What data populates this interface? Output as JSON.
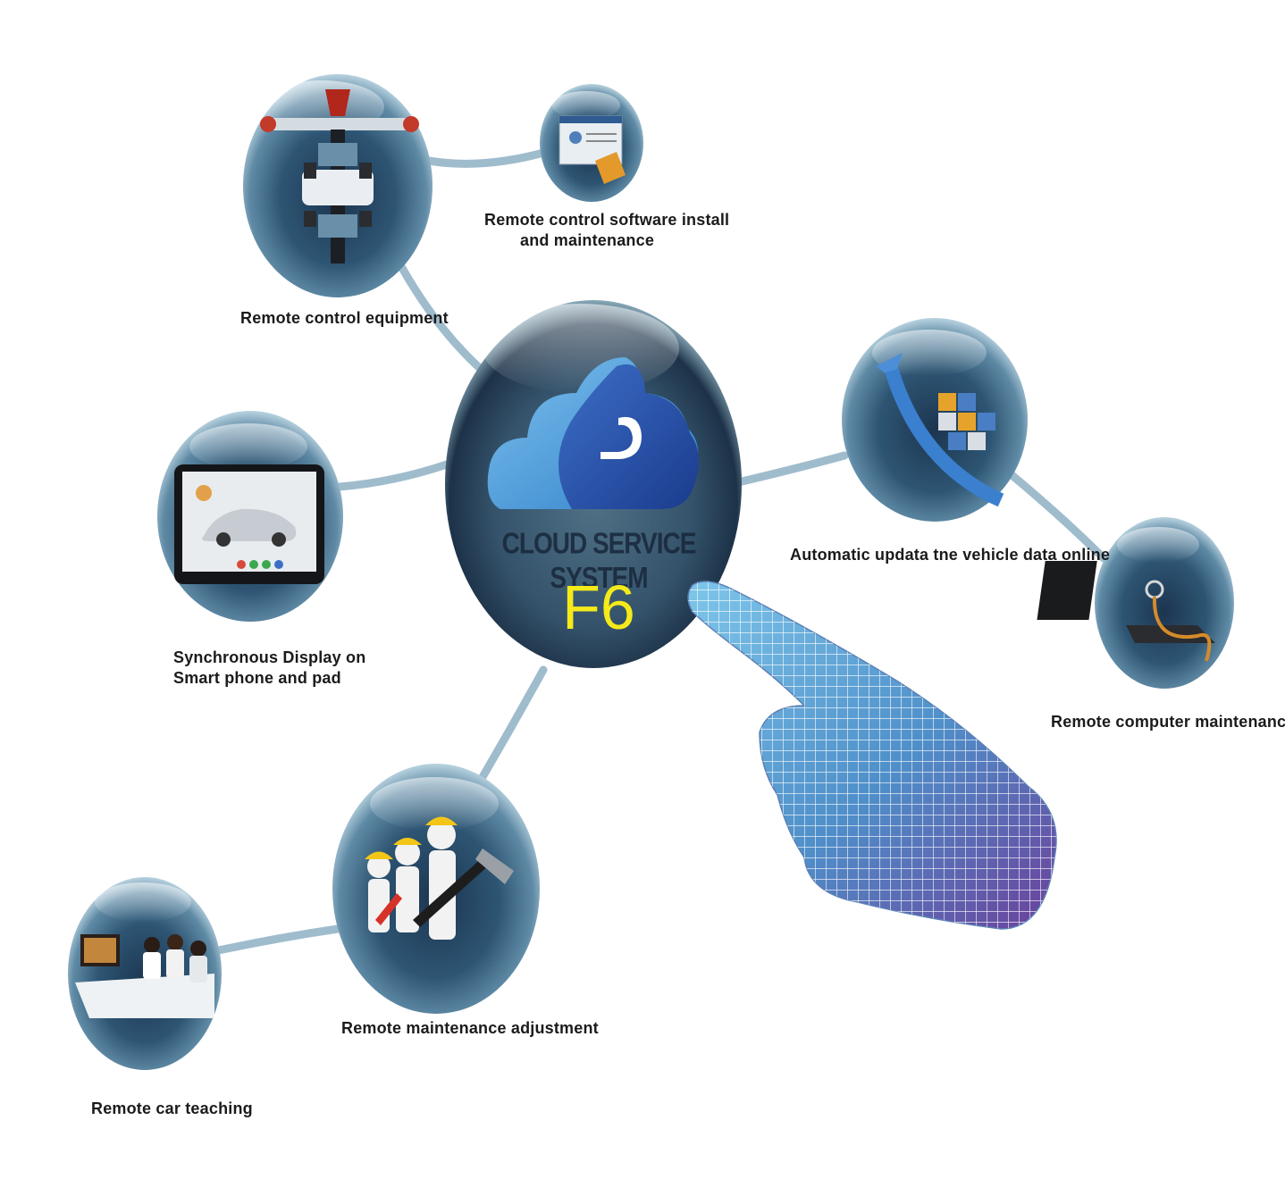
{
  "center": {
    "title": "CLOUD SERVICE SYSTEM",
    "code": "F6"
  },
  "nodes": {
    "remote_control_equipment": "Remote control equipment",
    "software_install_line1": "Remote control software install",
    "software_install_line2": "and maintenance",
    "auto_update": "Automatic updata tne vehicle data online",
    "computer_maintenance": "Remote computer maintenance",
    "sync_display_line1": "Synchronous Display on",
    "sync_display_line2": "Smart phone and pad",
    "maintenance_adjustment": "Remote maintenance adjustment",
    "car_teaching": "Remote car teaching"
  },
  "colors": {
    "bubble_dark": "#14283d",
    "bubble_mid": "#4c7893",
    "bubble_light": "#9fc3d6",
    "cloud_blue": "#3f8ad1",
    "cloud_dark": "#1c4a9c",
    "code_yellow": "#f5ea1a",
    "connector": "#9fbccd"
  },
  "icons": {
    "center": "cloud-wrench-icon",
    "equipment": "alignment-rig-icon",
    "software": "installer-window-icon",
    "update": "data-cube-arrow-icon",
    "computer": "laptop-stethoscope-icon",
    "sync": "tablet-car-icon",
    "maintenance": "workers-tools-icon",
    "teaching": "meeting-room-icon",
    "hand": "wireframe-hand-icon"
  }
}
